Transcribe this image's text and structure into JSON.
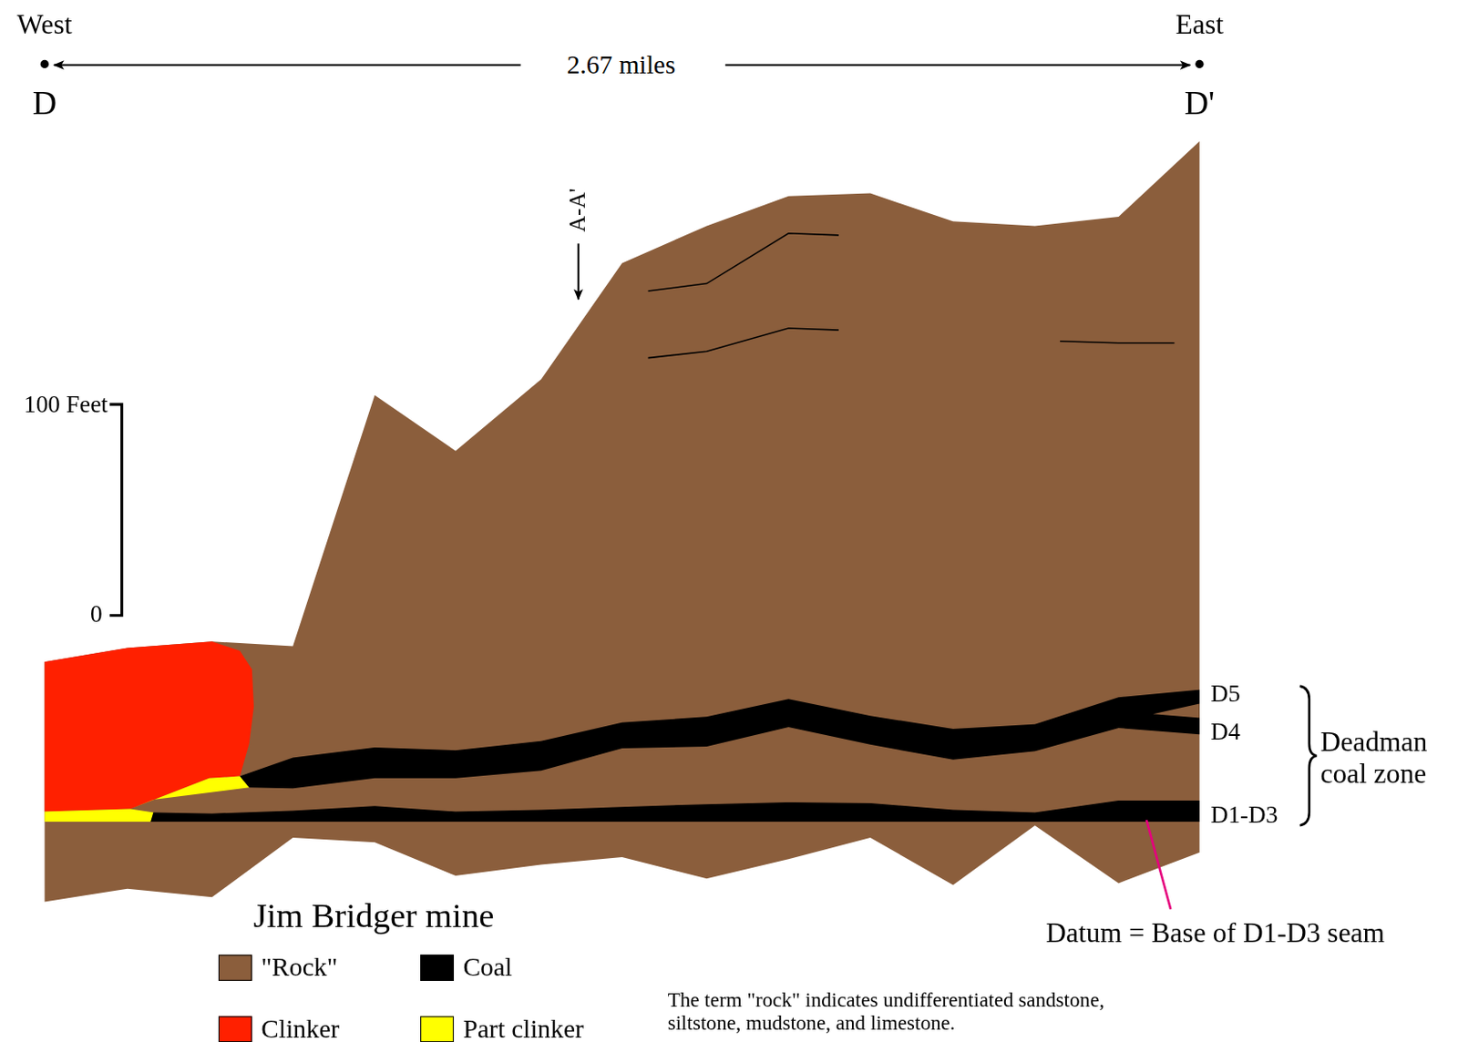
{
  "diagram": {
    "title": "Jim Bridger mine",
    "labels": [
      "West",
      "East",
      "D",
      "D'",
      "2.67 miles",
      "A-A'",
      "100 Feet",
      "0",
      "D5",
      "D4",
      "D1-D3",
      "Deadman coal zone",
      "Datum = Base of D1-D3 seam",
      "The term \"rock\" indicates undifferentiated sandstone, siltstone, mudstone, and limestone."
    ],
    "legend": [
      {
        "text": "\"Rock\"",
        "color": "#8b5e3c"
      },
      {
        "text": "Coal",
        "color": "#000000"
      },
      {
        "text": "Clinker",
        "color": "#ff2000"
      },
      {
        "text": "Part clinker",
        "color": "#ffff00"
      }
    ]
  }
}
